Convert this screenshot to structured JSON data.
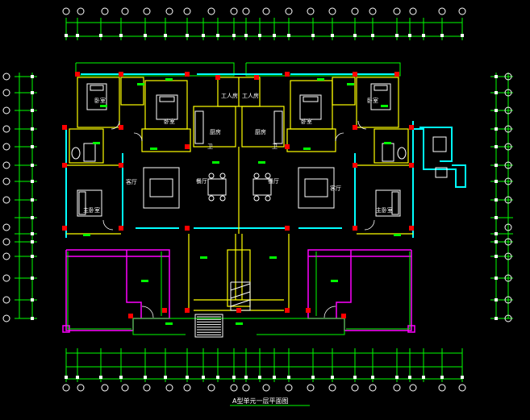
{
  "drawing": {
    "title": "A型单元一层平面图",
    "colors": {
      "background": "#000000",
      "dimension": "#00ff00",
      "wall": "#ffff00",
      "window": "#00ffff",
      "column": "#ff0000",
      "terrace": "#ff00ff",
      "furniture": "#ffffff",
      "axis": "#ffffff"
    }
  },
  "rooms": {
    "bedroom_a": "卧室",
    "bedroom_b": "卧室",
    "bedroom_c": "卧室",
    "bedroom_d": "卧室",
    "servant_l": "工人房",
    "servant_r": "工人房",
    "kitchen_l": "厨房",
    "kitchen_r": "厨房",
    "bath_l": "卫",
    "bath_r": "卫",
    "dining_l": "餐厅",
    "dining_r": "餐厅",
    "living_l": "客厅",
    "living_r": "客厅",
    "master_l": "主卧室",
    "master_r": "主卧室"
  }
}
